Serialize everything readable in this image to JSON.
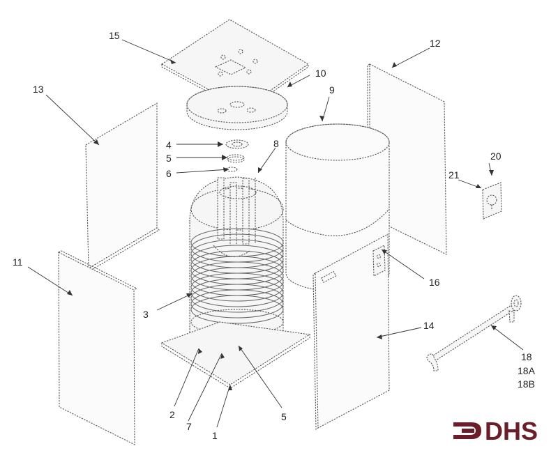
{
  "diagram": {
    "labels": [
      "1",
      "2",
      "3",
      "4",
      "5",
      "5",
      "6",
      "7",
      "8",
      "9",
      "10",
      "11",
      "12",
      "13",
      "14",
      "15",
      "16",
      "18",
      "18A",
      "18B",
      "20",
      "21"
    ],
    "logo": "DHS",
    "colors": {
      "logo": "#6b1e2a",
      "line": "#555555"
    }
  }
}
